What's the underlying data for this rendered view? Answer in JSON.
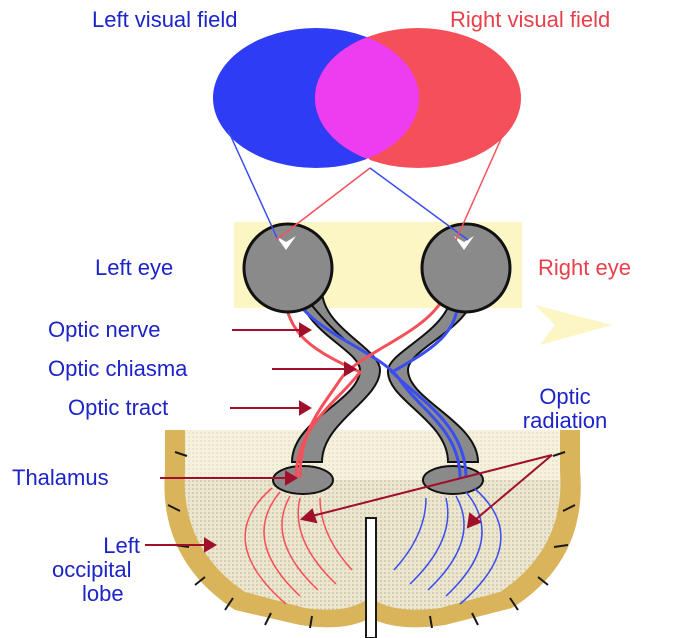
{
  "labels": {
    "left_visual_field": "Left visual field",
    "right_visual_field": "Right visual field",
    "left_eye": "Left eye",
    "right_eye": "Right eye",
    "optic_nerve": "Optic nerve",
    "optic_chiasma": "Optic chiasma",
    "optic_tract": "Optic tract",
    "thalamus": "Thalamus",
    "optic_radiation_line1": "Optic",
    "optic_radiation_line2": "radiation",
    "left_occipital_lobe_line1": "Left",
    "left_occipital_lobe_line2": "occipital",
    "left_occipital_lobe_line3": "lobe"
  },
  "colors": {
    "left_field": "#2f3cf5",
    "right_field": "#f5505a",
    "overlap": "#ee3cf0",
    "label_blue": "#1c24c8",
    "label_red": "#e8404a",
    "eye_highlight": "#fbf6c4",
    "brain_outline": "#d9b45a",
    "nerve_gray": "#8a8a8a",
    "pointer_red": "#a0102a"
  }
}
